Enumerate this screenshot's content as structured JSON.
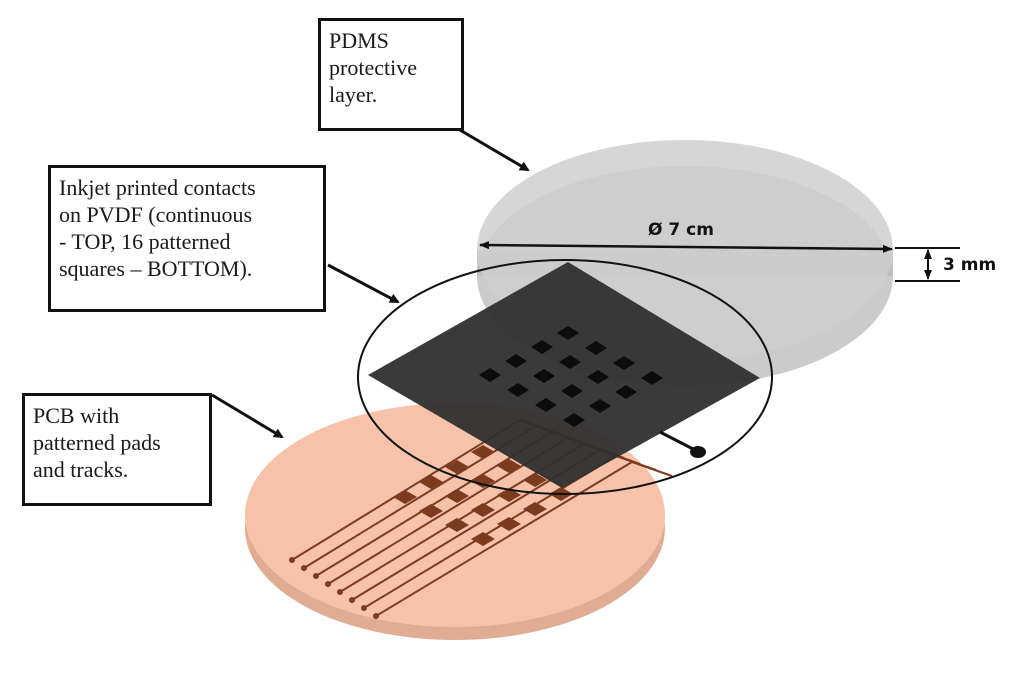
{
  "callouts": {
    "pdms": [
      "PDMS",
      "protective",
      "layer."
    ],
    "inkjet": [
      "Inkjet printed contacts",
      "on PVDF (continuous",
      "- TOP, 16 patterned",
      "squares – BOTTOM)."
    ],
    "pcb": [
      "PCB with",
      "patterned pads",
      "and tracks."
    ]
  },
  "dimensions": {
    "diameter": "Ø 7 cm",
    "thickness": "3 mm"
  },
  "colors": {
    "pcb_fill": "#f6c3aa",
    "pcb_edge": "#e0ad94",
    "pcb_pads": "#7b3b1e",
    "pdms_top": "#cfcfcf",
    "pdms_side": "#b9b9b9",
    "pvdf_film": "#2f2f2f",
    "outline": "#111111"
  }
}
